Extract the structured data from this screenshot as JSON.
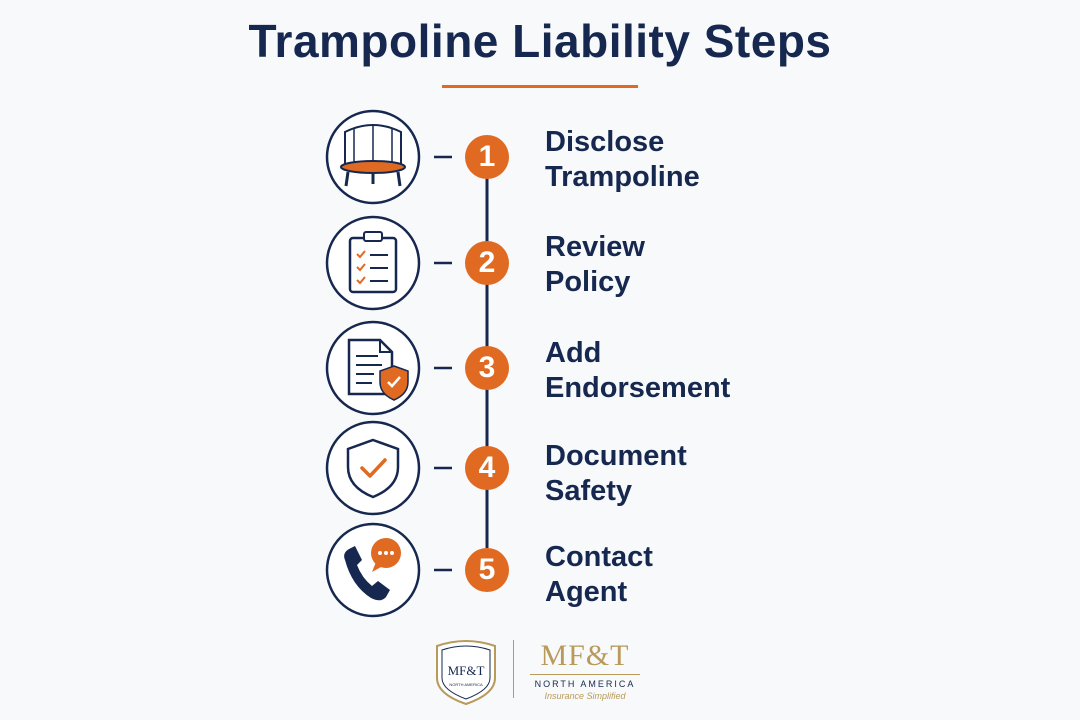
{
  "title": "Trampoline Liability Steps",
  "colors": {
    "navy": "#16284f",
    "orange": "#e06a22",
    "gold": "#b89a5a"
  },
  "steps": [
    {
      "number": "1",
      "line1": "Disclose",
      "line2": "Trampoline",
      "icon": "trampoline-icon"
    },
    {
      "number": "2",
      "line1": "Review",
      "line2": "Policy",
      "icon": "clipboard-checklist-icon"
    },
    {
      "number": "3",
      "line1": "Add",
      "line2": "Endorsement",
      "icon": "document-shield-icon"
    },
    {
      "number": "4",
      "line1": "Document",
      "line2": "Safety",
      "icon": "shield-check-icon"
    },
    {
      "number": "5",
      "line1": "Contact",
      "line2": "Agent",
      "icon": "phone-chat-icon"
    }
  ],
  "logo": {
    "badge_text": "MF&T",
    "badge_sub": "NORTH AMERICA",
    "name": "MF&T",
    "region": "NORTH AMERICA",
    "tagline": "Insurance Simplified"
  }
}
